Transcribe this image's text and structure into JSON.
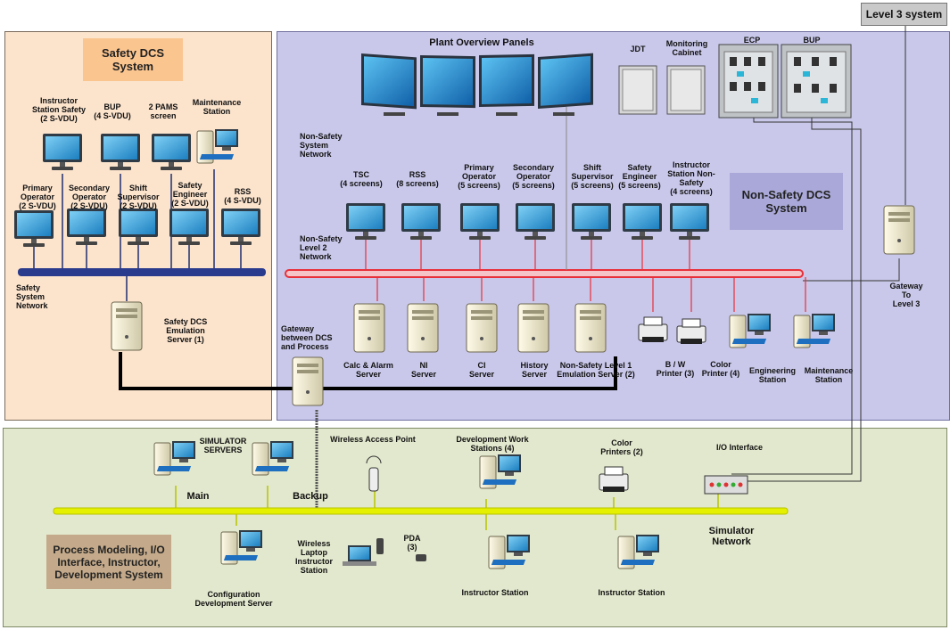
{
  "regions": {
    "safety": "Safety DCS\nSystem",
    "nonsafety": "Non-Safety DCS\nSystem",
    "simulator": "Process Modeling, I/O\nInterface, Instructor,\nDevelopment System",
    "level3": "Level 3 system"
  },
  "labels": {
    "plant_overview": "Plant Overview Panels",
    "jdt": "JDT",
    "monitoring": "Monitoring\nCabinet",
    "ecp": "ECP",
    "bup_cab": "BUP",
    "ns_system_network": "Non-Safety\nSystem\nNetwork",
    "ns_level2": "Non-Safety\nLevel 2\nNetwork",
    "tsc": "TSC\n(4 screens)",
    "rss_ns": "RSS\n(8 screens)",
    "primary_ns": "Primary\nOperator\n(5 screens)",
    "secondary_ns": "Secondary\nOperator\n(5 screens)",
    "shift_ns": "Shift\nSupervisor\n(5 screens)",
    "safety_eng_ns": "Safety\nEngineer\n(5 screens)",
    "instr_ns": "Instructor\nStation Non-\nSafety\n(4 screens)",
    "instr_safety": "Instructor\nStation Safety\n(2 S-VDU)",
    "bup_svdu": "BUP\n(4 S-VDU)",
    "pams": "2 PAMS\nscreen",
    "maint_s": "Maintenance\nStation",
    "primary_s": "Primary\nOperator\n(2 S-VDU)",
    "secondary_s": "Secondary\nOperator\n(2 S-VDU)",
    "shift_s": "Shift\nSupervisor\n(2 S-VDU)",
    "safety_eng_s": "Safety\nEngineer\n(2 S-VDU)",
    "rss_s": "RSS\n(4 S-VDU)",
    "safety_network": "Safety\nSystem\nNetwork",
    "safety_emu": "Safety DCS\nEmulation\nServer (1)",
    "gateway_dcs": "Gateway\nbetween DCS\nand Process",
    "calc": "Calc & Alarm\nServer",
    "ni": "NI\nServer",
    "ci": "CI\nServer",
    "history": "History\nServer",
    "ns_emu": "Non-Safety Level 1\nEmulation Server (2)",
    "bw_printer": "B / W\nPrinter (3)",
    "color_printer_ns": "Color\nPrinter (4)",
    "eng_station": "Engineering\nStation",
    "maint_ns": "Maintenance\nStation",
    "gateway_l3": "Gateway To\nLevel 3",
    "sim_servers": "SIMULATOR\nSERVERS",
    "main": "Main",
    "backup": "Backup",
    "wap": "Wireless Access Point",
    "dev_ws": "Development Work\nStations (4)",
    "color_printers_sim": "Color\nPrinters (2)",
    "io_interface": "I/O Interface",
    "sim_network": "Simulator\nNetwork",
    "config_server": "Configuration\nDevelopment Server",
    "wireless_laptop": "Wireless\nLaptop\nInstructor\nStation",
    "pda": "PDA\n(3)",
    "instr_station_1": "Instructor Station",
    "instr_station_2": "Instructor Station"
  },
  "colors": {
    "safety_bg": "#fbe3cc",
    "nonsafety_bg": "#c9c8ea",
    "sim_bg": "#e2e8cd",
    "safety_bus": "#2a3a8c",
    "ns_bus": "#e8303a",
    "sim_bus": "#e4f000",
    "monitor_screen": "#3fa0d8"
  }
}
